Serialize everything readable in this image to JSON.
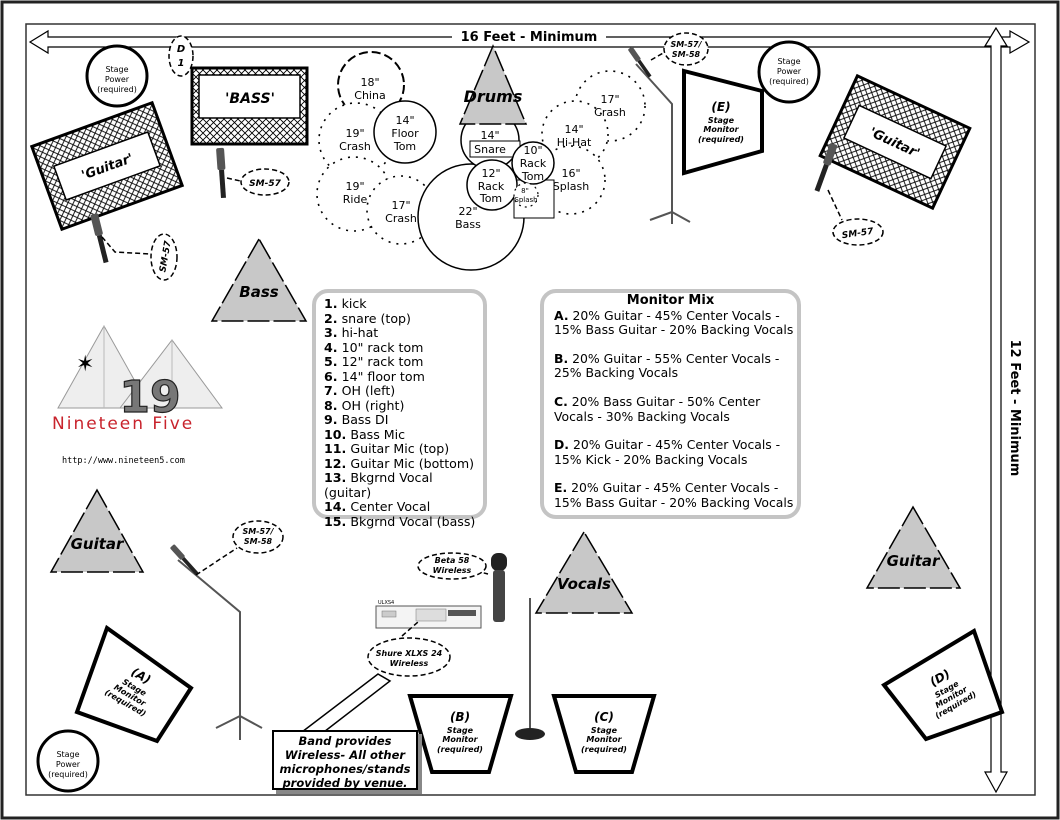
{
  "dimensions": {
    "width_label": "16 Feet - Minimum",
    "height_label": "12 Feet - Minimum"
  },
  "stage_power": {
    "line1": "Stage",
    "line2": "Power",
    "line3": "(required)"
  },
  "di_label": {
    "top": "D",
    "bottom": "1"
  },
  "amps": {
    "bass": "'BASS'",
    "guitar_left": "'Guitar'",
    "guitar_right": "'Guitar'"
  },
  "mic_tags": {
    "sm57": "SM-57",
    "sm57_58_top": "SM-57/",
    "sm57_58_bottom": "SM-58"
  },
  "positions": {
    "drums": "Drums",
    "bass": "Bass",
    "guitar_left": "Guitar",
    "guitar_right": "Guitar",
    "vocals": "Vocals"
  },
  "drum_kit": {
    "china": [
      "18\"",
      "China"
    ],
    "floor_tom": [
      "14\"",
      "Floor",
      "Tom"
    ],
    "crash_19": [
      "19\"",
      "Crash"
    ],
    "ride": [
      "19\"",
      "Ride"
    ],
    "crash_17_low": [
      "17\"",
      "Crash"
    ],
    "snare": [
      "14\"",
      "Snare"
    ],
    "bass_drum": [
      "22\"",
      "Bass"
    ],
    "rack_tom_12": [
      "12\"",
      "Rack",
      "Tom"
    ],
    "rack_tom_10": [
      "10\"",
      "Rack",
      "Tom"
    ],
    "splash_8": [
      "8\"",
      "Splash"
    ],
    "crash_17_top": [
      "17\"",
      "Crash"
    ],
    "hihat": [
      "14\"",
      "Hi-Hat"
    ],
    "splash_16": [
      "16\"",
      "Splash"
    ]
  },
  "monitors": {
    "stage_monitor": "Stage",
    "monitor_word": "Monitor",
    "required": "(required)",
    "letters": {
      "a": "(A)",
      "b": "(B)",
      "c": "(C)",
      "d": "(D)",
      "e": "(E)"
    }
  },
  "wireless": {
    "beta58": [
      "Beta 58",
      "Wireless"
    ],
    "shure": [
      "Shure XLXS 24",
      "Wireless"
    ],
    "receiver_label": "ULXS4"
  },
  "note": [
    "Band provides",
    "Wireless- All other",
    "microphones/stands",
    "provided  by venue."
  ],
  "logo": {
    "number": "19",
    "name": "Nineteen Five",
    "url": "http://www.nineteen5.com"
  },
  "input_list": [
    {
      "num": "1.",
      "text": "kick"
    },
    {
      "num": "2.",
      "text": "snare (top)"
    },
    {
      "num": "3.",
      "text": "hi-hat"
    },
    {
      "num": "4.",
      "text": "10\" rack tom"
    },
    {
      "num": "5.",
      "text": "12\" rack tom"
    },
    {
      "num": "6.",
      "text": "14\" floor tom"
    },
    {
      "num": "7.",
      "text": "OH (left)"
    },
    {
      "num": "8.",
      "text": "OH (right)"
    },
    {
      "num": "9.",
      "text": "Bass DI"
    },
    {
      "num": "10.",
      "text": "Bass Mic"
    },
    {
      "num": "11.",
      "text": "Guitar Mic (top)"
    },
    {
      "num": "12.",
      "text": "Guitar Mic (bottom)"
    },
    {
      "num": "13.",
      "text": "Bkgrnd Vocal (guitar)"
    },
    {
      "num": "14.",
      "text": "Center Vocal"
    },
    {
      "num": "15.",
      "text": "Bkgrnd Vocal (bass)"
    }
  ],
  "monitor_mix": {
    "title": "Monitor Mix",
    "mixes": [
      {
        "letter": "A.",
        "line1": "20% Guitar - 45% Center Vocals -",
        "line2": "15% Bass Guitar - 20% Backing Vocals"
      },
      {
        "letter": "B.",
        "line1": "20% Guitar - 55% Center Vocals -",
        "line2": "25% Backing Vocals"
      },
      {
        "letter": "C.",
        "line1": "20% Bass Guitar - 50% Center",
        "line2": "Vocals - 30% Backing Vocals"
      },
      {
        "letter": "D.",
        "line1": "20% Guitar - 45% Center Vocals -",
        "line2": "15% Kick - 20% Backing Vocals"
      },
      {
        "letter": "E.",
        "line1": "20% Guitar - 45% Center Vocals -",
        "line2": "15% Bass Guitar - 20% Backing Vocals"
      }
    ]
  }
}
